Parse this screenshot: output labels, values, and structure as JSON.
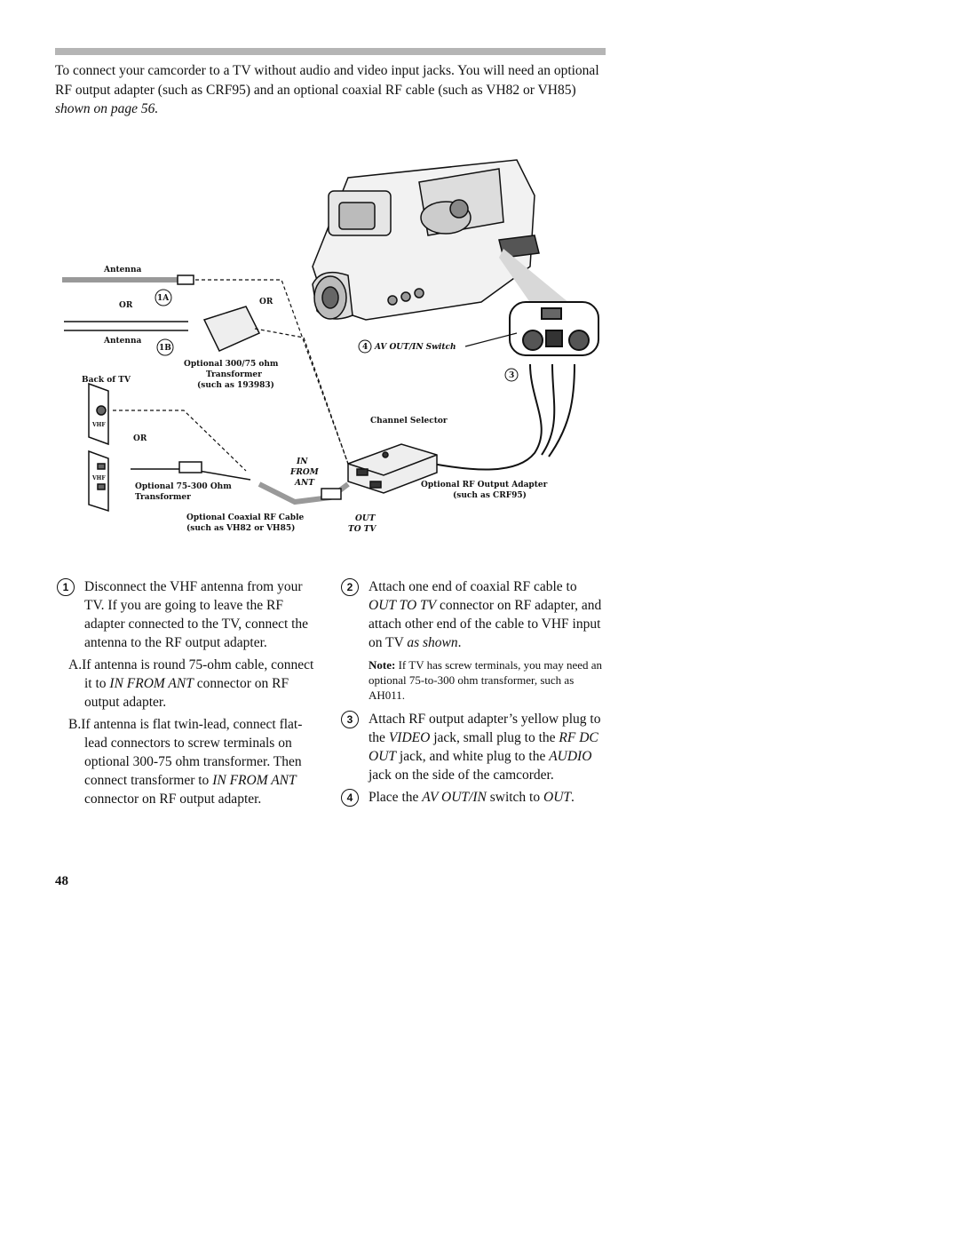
{
  "intro": {
    "text": "To connect your camcorder to a TV without audio and video input jacks.  You will need an optional RF output adapter (such as CRF95) and an optional coaxial RF cable (such as VH82 or VH85) ",
    "text_italic": "shown on page 56."
  },
  "figure": {
    "label_antenna_top": "Antenna",
    "label_or_1": "OR",
    "label_1a": "1A",
    "label_or_2": "OR",
    "label_antenna_bottom": "Antenna",
    "label_1b": "1B",
    "label_transformer_300": "Optional 300/75 ohm",
    "label_transformer_300_2": "Transformer",
    "label_transformer_300_3": "(such as 193983)",
    "label_back_of_tv": "Back of TV",
    "label_vhf_1": "VHF",
    "label_or_3": "OR",
    "label_vhf_2": "VHF",
    "label_transformer_75": "Optional 75-300 Ohm",
    "label_transformer_75_2": "Transformer",
    "label_coax_cable": "Optional Coaxial RF Cable",
    "label_coax_cable_2": "(such as VH82 or VH85)",
    "label_in_from_ant_1": "IN",
    "label_in_from_ant_2": "FROM",
    "label_in_from_ant_3": "ANT",
    "label_out_to_tv_1": "OUT",
    "label_out_to_tv_2": "TO TV",
    "label_channel_selector": "Channel Selector",
    "label_rf_adapter": "Optional RF Output Adapter",
    "label_rf_adapter_2": "(such as CRF95)",
    "label_step4": "4",
    "label_av_switch": "AV OUT/IN Switch",
    "label_step3": "3"
  },
  "steps": {
    "s1_num": "1",
    "s1_text": "Disconnect the VHF antenna from your TV. If you are going to leave the RF adapter connected to the TV, connect the antenna to the RF output adapter.",
    "s1a_prefix": "A.",
    "s1a_text": "If antenna is round 75-ohm cable, connect it to ",
    "s1a_italic": "IN FROM ANT",
    "s1a_text2": " connector on RF output adapter.",
    "s1b_prefix": "B.",
    "s1b_text": "If antenna is flat twin-lead, connect flat-lead connectors to screw terminals on optional 300-75 ohm transformer. Then connect transformer to ",
    "s1b_italic": "IN FROM ANT",
    "s1b_text2": " connector on RF output adapter.",
    "s2_num": "2",
    "s2_text": "Attach one end of coaxial RF cable to ",
    "s2_italic": "OUT TO TV",
    "s2_text2": " connector on RF adapter, and attach other end of the cable to VHF input on TV ",
    "s2_italic2": "as shown",
    "s2_text3": ".",
    "note_label": "Note:",
    "note_text": " If TV has screw terminals, you may need an optional 75-to-300 ohm transformer, such as AH011.",
    "s3_num": "3",
    "s3_text": "Attach  RF output adapter’s yellow plug to the ",
    "s3_italic": "VIDEO",
    "s3_text2": " jack, small plug to the ",
    "s3_italic2": "RF DC OUT",
    "s3_text3": " jack, and white plug to the ",
    "s3_italic3": "AUDIO",
    "s3_text4": " jack on the side of the camcorder.",
    "s4_num": "4",
    "s4_text": "Place the ",
    "s4_italic": "AV OUT/IN",
    "s4_text2": " switch to ",
    "s4_italic2": "OUT",
    "s4_text3": "."
  },
  "page_number": "48"
}
